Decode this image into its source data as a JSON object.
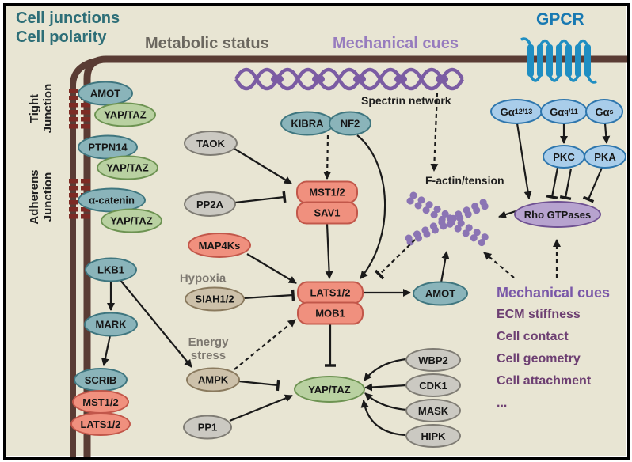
{
  "labels": {
    "cell_junctions": "Cell junctions",
    "cell_polarity": "Cell polarity",
    "metabolic_status": "Metabolic status",
    "mechanical_cues_top": "Mechanical cues",
    "gpcr_title": "GPCR",
    "tight_junction_1": "Tight",
    "tight_junction_2": "Junction",
    "adherens_junction_1": "Adherens",
    "adherens_junction_2": "Junction",
    "spectrin": "Spectrin network",
    "f_actin": "F-actin/tension",
    "hypoxia": "Hypoxia",
    "energy_1": "Energy",
    "energy_2": "stress",
    "mech_right_title": "Mechanical cues",
    "mech_items": [
      "ECM stiffness",
      "Cell contact",
      "Cell geometry",
      "Cell attachment",
      "..."
    ]
  },
  "nodes": {
    "amot_tj": "AMOT",
    "yaptaz_tj": "YAP/TAZ",
    "ptpn14": "PTPN14",
    "yaptaz_ptpn": "YAP/TAZ",
    "acatenin": "α-catenin",
    "yaptaz_aj": "YAP/TAZ",
    "lkb1": "LKB1",
    "mark": "MARK",
    "scrib": "SCRIB",
    "mst12_scrib": "MST1/2",
    "lats12_scrib": "LATS1/2",
    "taok": "TAOK",
    "pp2a": "PP2A",
    "map4ks": "MAP4Ks",
    "siah12": "SIAH1/2",
    "ampk": "AMPK",
    "pp1": "PP1",
    "kibra": "KIBRA",
    "nf2": "NF2",
    "mst12": "MST1/2",
    "sav1": "SAV1",
    "lats12": "LATS1/2",
    "mob1": "MOB1",
    "yaptaz_main": "YAP/TAZ",
    "amot_actin": "AMOT",
    "wbp2": "WBP2",
    "cdk1": "CDK1",
    "mask": "MASK",
    "hipk": "HIPK",
    "ga1213_main": "Gα",
    "ga1213_sub": "12/13",
    "gaq11_main": "Gα",
    "gaq11_sub": "q/11",
    "gas_main": "Gα",
    "gas_sub": "s",
    "pkc": "PKC",
    "pka": "PKA",
    "rho": "Rho GTPases"
  },
  "icons": {
    "gpcr_icon": "seven-transmembrane-receptor",
    "spectrin_icon": "braided-chain",
    "f_actin_icon": "crossed-beaded-filaments",
    "tight_junction_icon": "striped-junction",
    "adherens_junction_icon": "striped-junction",
    "membrane_icon": "cell-membrane"
  },
  "colors": {
    "background": "#e8e5d3",
    "membrane": "#5a3c34",
    "junction_red": "#7d2b24",
    "teal_fill": "#8ab4ba",
    "teal_border": "#3f767f",
    "green_fill": "#b9d1a1",
    "green_border": "#6d9352",
    "salmon_fill": "#f0907e",
    "salmon_border": "#c2574a",
    "gray_fill": "#cbc9c2",
    "gray_border": "#7f7c74",
    "tan_fill": "#cdc1aa",
    "tan_border": "#8a7a5e",
    "blue_fill": "#a9cdea",
    "blue_border": "#2e76ad",
    "purple_fill": "#b7a3cf",
    "purple_border": "#6f5192",
    "gpcr_blue": "#1f8ec2",
    "spectrin_purple": "#7b5ca3",
    "actin_purple": "#8b74b4",
    "teal_text": "#2d6e77",
    "gray_text": "#6b675f",
    "purple_text": "#977cbe",
    "purple_dark_text": "#6d3f72",
    "blue_text": "#1879b2",
    "arrow_black": "#1a1a1a"
  }
}
